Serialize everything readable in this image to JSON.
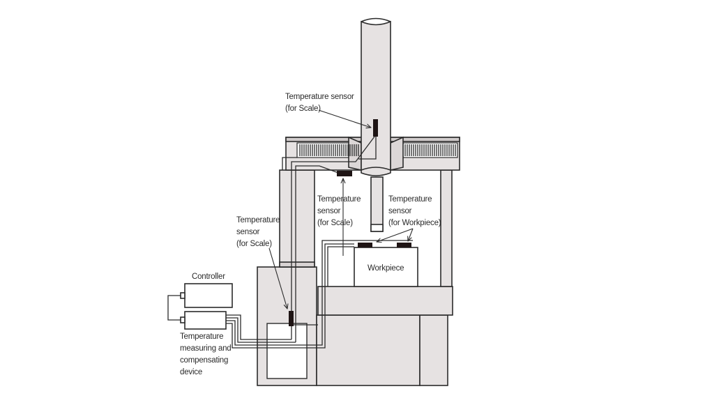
{
  "colors": {
    "frame_fill": "#e6e2e2",
    "line": "#2b2b2b",
    "sensor": "#1e1414",
    "background": "#ffffff"
  },
  "labels": {
    "sensor_top": [
      "Temperature sensor",
      "(for Scale)"
    ],
    "sensor_mid": [
      "Temperature",
      "sensor",
      "(for Scale)"
    ],
    "sensor_workpiece": [
      "Temperature",
      "sensor",
      "(for Workpiece)"
    ],
    "sensor_left": [
      "Temperature",
      "sensor",
      "(for Scale)"
    ],
    "controller": "Controller",
    "workpiece": "Workpiece",
    "device": [
      "Temperature",
      "measuring and",
      "compensating",
      "device"
    ]
  }
}
